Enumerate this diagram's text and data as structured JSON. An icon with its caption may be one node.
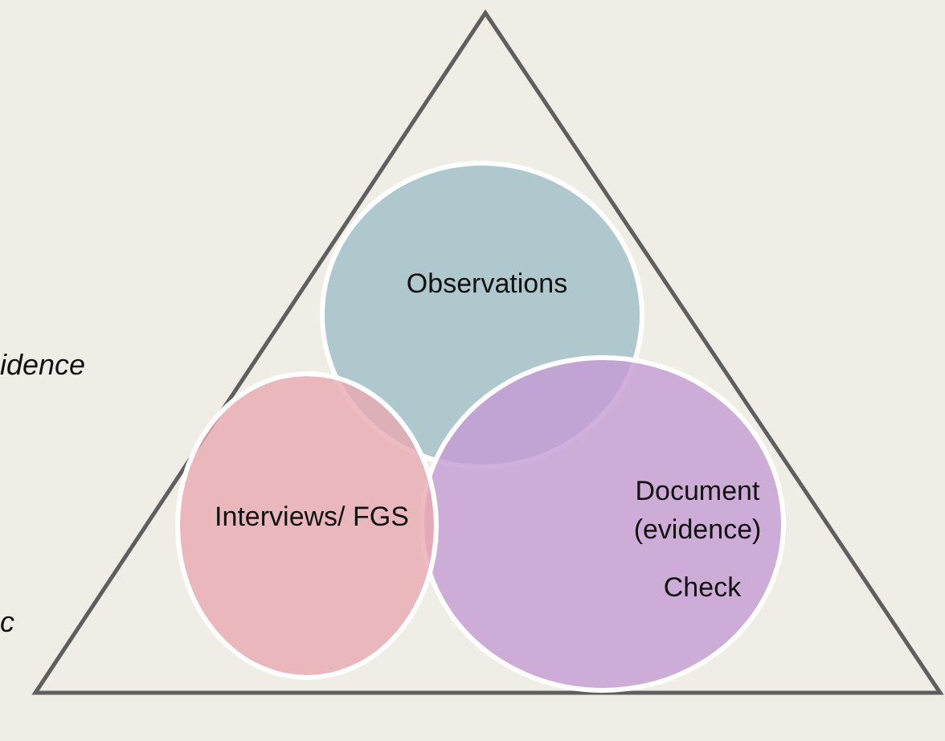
{
  "diagram": {
    "nodes": [
      {
        "text": [],
        "shape": "triangle"
      },
      {
        "text": [
          "Observations"
        ],
        "in": 0
      },
      {
        "text": [
          "Interviews/ FGS"
        ],
        "in": 0
      },
      {
        "text": [
          "Document (evidence)",
          "Check"
        ],
        "in": 0
      }
    ],
    "labels": [
      "idence",
      "c"
    ]
  }
}
